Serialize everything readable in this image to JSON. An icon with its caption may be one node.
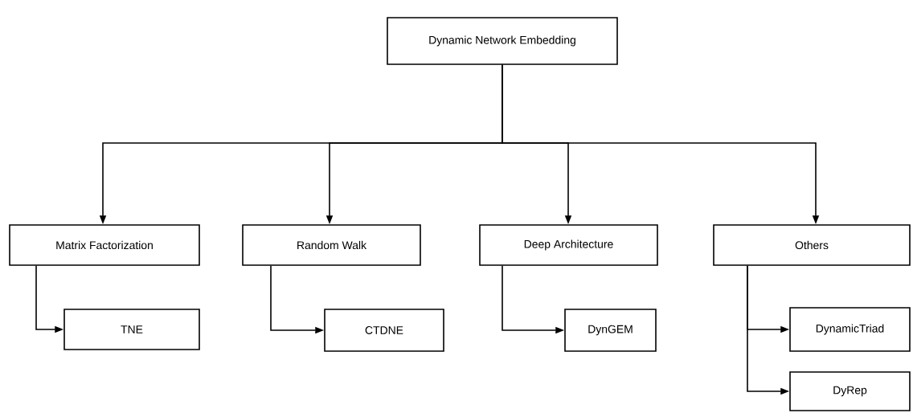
{
  "diagram": {
    "nodes": [
      {
        "text": [
          "Dynamic Network Embedding"
        ]
      },
      {
        "text": [
          "Matrix Factorization"
        ]
      },
      {
        "text": [
          "Random Walk"
        ]
      },
      {
        "text": [
          "Deep Architecture"
        ]
      },
      {
        "text": [
          "Others"
        ]
      },
      {
        "text": [
          "TNE"
        ]
      },
      {
        "text": [
          "CTDNE"
        ]
      },
      {
        "text": [
          "DynGEM"
        ]
      },
      {
        "text": [
          "DynamicTriad"
        ]
      },
      {
        "text": [
          "DyRep"
        ]
      }
    ],
    "edges": [
      {
        "from": 0,
        "to": 1,
        "arrow": "to"
      },
      {
        "from": 0,
        "to": 2,
        "arrow": "to"
      },
      {
        "from": 0,
        "to": 3,
        "arrow": "to"
      },
      {
        "from": 0,
        "to": 4,
        "arrow": "to"
      },
      {
        "from": 1,
        "to": 5,
        "arrow": "to"
      },
      {
        "from": 2,
        "to": 6,
        "arrow": "to"
      },
      {
        "from": 3,
        "to": 7,
        "arrow": "to"
      },
      {
        "from": 4,
        "to": 8,
        "arrow": "to"
      },
      {
        "from": 4,
        "to": 9,
        "arrow": "to"
      }
    ]
  }
}
